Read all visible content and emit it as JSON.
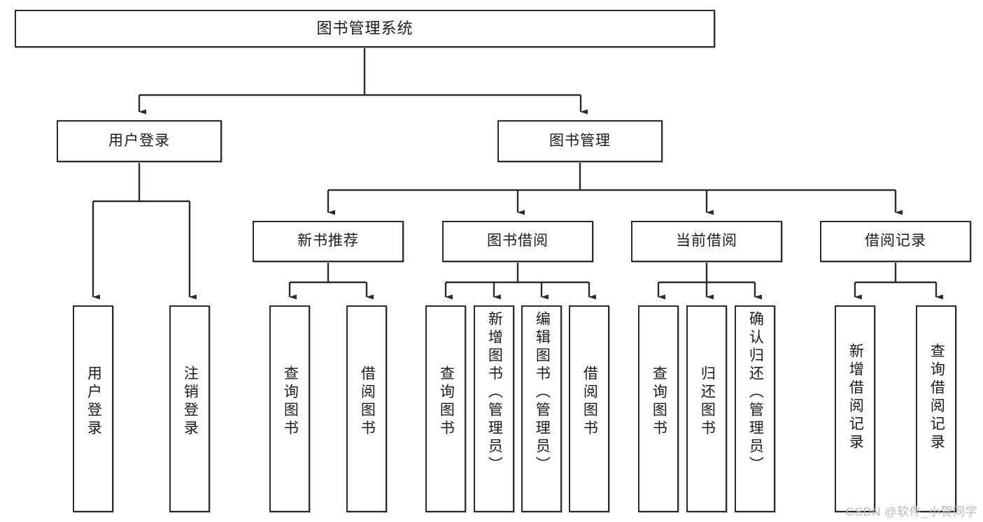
{
  "diagram": {
    "type": "hierarchy-tree",
    "title": "图书管理系统",
    "watermark": "CSDN @软件_小贺同学",
    "colors": {
      "box_border": "#2b2b2b",
      "box_fill": "#ffffff",
      "connector": "#2b2b2b",
      "watermark": "#b9b9b9"
    },
    "levels": {
      "root": {
        "label": "图书管理系统"
      },
      "level2": [
        {
          "label": "用户登录"
        },
        {
          "label": "图书管理"
        }
      ],
      "level3": [
        {
          "label": "新书推荐"
        },
        {
          "label": "图书借阅"
        },
        {
          "label": "当前借阅"
        },
        {
          "label": "借阅记录"
        }
      ],
      "leaves": [
        {
          "label": "用户登录",
          "parent": "用户登录"
        },
        {
          "label": "注销登录",
          "parent": "用户登录"
        },
        {
          "label": "查询图书",
          "parent": "新书推荐"
        },
        {
          "label": "借阅图书",
          "parent": "新书推荐"
        },
        {
          "label": "查询图书",
          "parent": "图书借阅"
        },
        {
          "label": "新增图书（管理员）",
          "parent": "图书借阅"
        },
        {
          "label": "编辑图书（管理员）",
          "parent": "图书借阅"
        },
        {
          "label": "借阅图书",
          "parent": "图书借阅"
        },
        {
          "label": "查询图书",
          "parent": "当前借阅"
        },
        {
          "label": "归还图书",
          "parent": "当前借阅"
        },
        {
          "label": "确认归还（管理员）",
          "parent": "当前借阅"
        },
        {
          "label": "新增借阅记录",
          "parent": "借阅记录"
        },
        {
          "label": "查询借阅记录",
          "parent": "借阅记录"
        }
      ]
    }
  }
}
